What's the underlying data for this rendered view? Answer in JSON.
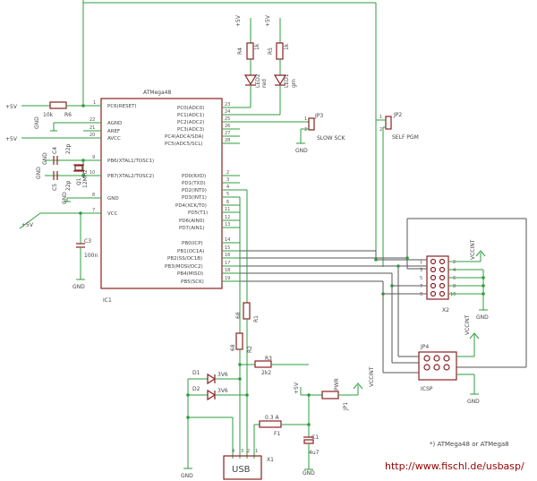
{
  "ic1": {
    "name": "ATMega48",
    "ref": "IC1",
    "left_pins": [
      {
        "num": "1",
        "label": "PC6(RESET)"
      },
      {
        "num": "22",
        "label": "AGND"
      },
      {
        "num": "21",
        "label": "AREF"
      },
      {
        "num": "20",
        "label": "AVCC"
      },
      {
        "num": "9",
        "label": "PB6(XTAL1/TOSC1)"
      },
      {
        "num": "10",
        "label": "PB7(XTAL2/TOSC2)"
      },
      {
        "num": "8",
        "label": "GND"
      },
      {
        "num": "7",
        "label": "VCC"
      }
    ],
    "right_pins": [
      {
        "num": "23",
        "label": "PC0(ADC0)"
      },
      {
        "num": "24",
        "label": "PC1(ADC1)"
      },
      {
        "num": "25",
        "label": "PC2(ADC2)"
      },
      {
        "num": "26",
        "label": "PC3(ADC3)"
      },
      {
        "num": "27",
        "label": "PC4(ADC4/SDA)"
      },
      {
        "num": "28",
        "label": "PC5(ADC5/SCL)"
      },
      {
        "num": "2",
        "label": "PD0(RXD)"
      },
      {
        "num": "3",
        "label": "PD1(TXD)"
      },
      {
        "num": "4",
        "label": "PD2(INT0)"
      },
      {
        "num": "5",
        "label": "PD3(INT1)"
      },
      {
        "num": "6",
        "label": "PD4(XCK/T0)"
      },
      {
        "num": "11",
        "label": "PD5(T1)"
      },
      {
        "num": "12",
        "label": "PD6(AIN0)"
      },
      {
        "num": "13",
        "label": "PD7(AIN1)"
      },
      {
        "num": "14",
        "label": "PB0(ICP)"
      },
      {
        "num": "15",
        "label": "PB1(OC1A)"
      },
      {
        "num": "16",
        "label": "PB2(SS/OC1B)"
      },
      {
        "num": "17",
        "label": "PB3(MOSI/OC2)"
      },
      {
        "num": "18",
        "label": "PB4(MISO)"
      },
      {
        "num": "19",
        "label": "PB5(SCK)"
      }
    ]
  },
  "supply": {
    "plus5": "+5V",
    "gnd": "GND",
    "vccint": "VCCINT"
  },
  "parts": {
    "r6": {
      "ref": "R6",
      "value": "10k"
    },
    "c4": {
      "ref": "C4",
      "value": "22p"
    },
    "c5": {
      "ref": "C5",
      "value": "22p"
    },
    "q1": {
      "ref": "Q1",
      "value": "12MHz"
    },
    "c3": {
      "ref": "C3",
      "value": "100n"
    },
    "r4": {
      "ref": "R4",
      "value": "1k"
    },
    "r5": {
      "ref": "R5",
      "value": "1k"
    },
    "led2": {
      "ref": "LED2",
      "value": "red"
    },
    "led1": {
      "ref": "LED1",
      "value": "grn"
    },
    "jp3": {
      "ref": "JP3",
      "value": "SLOW SCK"
    },
    "jp2": {
      "ref": "JP2",
      "value": "SELF PGM"
    },
    "r1": {
      "ref": "R1",
      "value": "68"
    },
    "r2": {
      "ref": "R2",
      "value": "68"
    },
    "r3": {
      "ref": "R3",
      "value": "2k2"
    },
    "d1": {
      "ref": "D1",
      "value": "3V6"
    },
    "d2": {
      "ref": "D2",
      "value": "3V6"
    },
    "f1": {
      "ref": "F1",
      "value": "0.3 A"
    },
    "c1": {
      "ref": "C1",
      "value": "4u7"
    },
    "jp1": {
      "ref": "JP1",
      "value": "PWR"
    },
    "x1": {
      "ref": "X1",
      "value": "USB"
    },
    "x2": {
      "ref": "X2"
    },
    "jp4": {
      "ref": "JP4",
      "value": "ICSP"
    }
  },
  "pin_nums": {
    "one": "1",
    "two": "2",
    "three": "3",
    "four": "4",
    "five": "5",
    "six": "6",
    "seven": "7",
    "eight": "8",
    "nine": "9",
    "ten": "10"
  },
  "footnote": "*) ATMega48 or ATMega8",
  "url": "http://www.fischl.de/usbasp/"
}
